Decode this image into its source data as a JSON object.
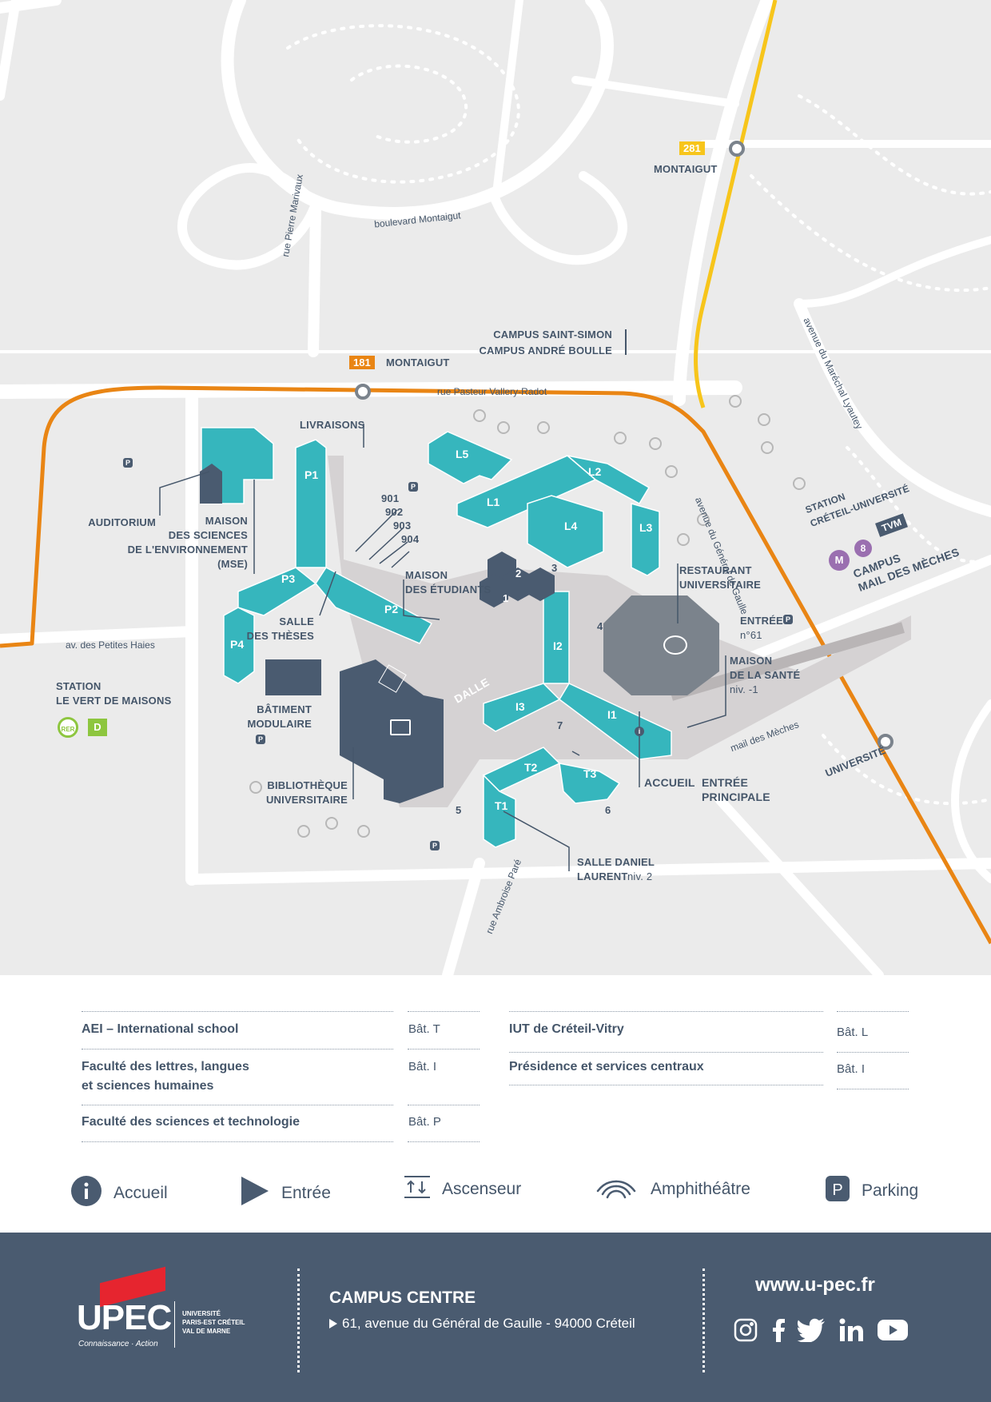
{
  "map": {
    "roads": {
      "boulevard_montaigut": "boulevard Montaigut",
      "rue_pierre_marivaux": "rue Pierre Marivaux",
      "rue_pasteur": "rue Pasteur Vallery-Radot",
      "avenue_general_de_gaulle": "avenue du Général de Gaulle",
      "avenue_lyautey": "avenue du Maréchal Lyautey",
      "av_petites_haies": "av. des Petites Haies",
      "rue_ambroise_pare": "rue Ambroise Paré",
      "mail_des_meches": "mail des Mèches"
    },
    "bus_stops": [
      {
        "number": "281",
        "name": "MONTAIGUT",
        "color": "#f7c51b"
      },
      {
        "number": "181",
        "name": "MONTAIGUT",
        "color": "#e98514"
      }
    ],
    "campus_links": {
      "saint_simon": "CAMPUS SAINT-SIMON",
      "andre_boulle": "CAMPUS ANDRÉ BOULLE",
      "mail_des_meches": "CAMPUS\nMAIL DES MÈCHES"
    },
    "stations": {
      "creteil_universite": "STATION\nCRÉTEIL-UNIVERSITÉ",
      "metro_symbol": "M",
      "metro_line": "8",
      "tvm": "TVM",
      "vert_de_maisons": "STATION\nLE VERT DE MAISONS",
      "rer_symbol": "RER",
      "rer_line": "D",
      "universite": "UNIVERSITÉ"
    },
    "buildings": {
      "P1": "P1",
      "P2": "P2",
      "P3": "P3",
      "P4": "P4",
      "L1": "L1",
      "L2": "L2",
      "L3": "L3",
      "L4": "L4",
      "L5": "L5",
      "I1": "I1",
      "I2": "I2",
      "I3": "I3",
      "T1": "T1",
      "T2": "T2",
      "T3": "T3"
    },
    "places": {
      "livraisons": "LIVRAISONS",
      "auditorium": "AUDITORIUM",
      "mse": "MAISON\nDES SCIENCES\nDE L'ENVIRONNEMENT\n(MSE)",
      "salles": [
        "901",
        "902",
        "903",
        "904"
      ],
      "maison_etudiants": "MAISON\nDES ÉTUDIANTS",
      "salle_theses": "SALLE\nDES THÈSES",
      "batiment_modulaire": "BÂTIMENT\nMODULAIRE",
      "bibliotheque": "BIBLIOTHÈQUE\nUNIVERSITAIRE",
      "dalle": "DALLE",
      "restaurant": "RESTAURANT\nUNIVERSITAIRE",
      "entree": "ENTRÉE",
      "entree_num": "n°61",
      "maison_sante": "MAISON\nDE LA SANTÉ",
      "maison_sante_niv": "niv. -1",
      "accueil": "ACCUEIL",
      "entree_principale": "ENTRÉE\nPRINCIPALE",
      "salle_daniel": "SALLE DANIEL",
      "salle_daniel_2": "LAURENT",
      "salle_daniel_niv": "niv. 2"
    },
    "amphitheatres": [
      "1",
      "2",
      "3",
      "4",
      "5",
      "6",
      "7"
    ]
  },
  "directory": {
    "left": [
      {
        "name": "AEI – International school",
        "building": "Bât. T"
      },
      {
        "name": "Faculté des lettres, langues\net sciences humaines",
        "building": "Bât. I"
      },
      {
        "name": "Faculté des sciences et technologie",
        "building": "Bât. P"
      }
    ],
    "right": [
      {
        "name": "IUT de Créteil-Vitry",
        "building": "Bât. L"
      },
      {
        "name": "Présidence et services centraux",
        "building": "Bât. I"
      }
    ]
  },
  "legend": [
    {
      "icon": "info-icon",
      "label": "Accueil"
    },
    {
      "icon": "entrance-triangle-icon",
      "label": "Entrée"
    },
    {
      "icon": "elevator-icon",
      "label": "Ascenseur"
    },
    {
      "icon": "amphitheatre-icon",
      "label": "Amphithéâtre"
    },
    {
      "icon": "parking-icon",
      "label": "Parking"
    }
  ],
  "footer": {
    "logo_text": "UPEC",
    "logo_tagline": "Connaissance · Action",
    "logo_university": "UNIVERSITÉ\nPARIS-EST CRÉTEIL\nVAL DE MARNE",
    "campus_title": "CAMPUS CENTRE",
    "address": "61, avenue du Général de Gaulle - 94000 Créteil",
    "website": "www.u-pec.fr",
    "social": [
      "instagram-icon",
      "facebook-icon",
      "twitter-icon",
      "linkedin-icon",
      "youtube-icon"
    ]
  },
  "colors": {
    "teal": "#36b6bd",
    "slate": "#4a5b70",
    "grey_building": "#7b838c",
    "plaza": "#d5d2d3",
    "map_bg": "#ebebeb",
    "bus_281": "#f7c51b",
    "bus_181": "#e98514",
    "metro": "#9a6fb0",
    "rer": "#8dc63f"
  }
}
